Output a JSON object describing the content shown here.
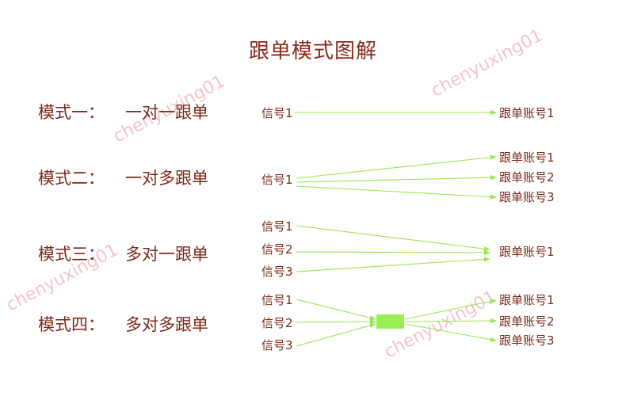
{
  "title": "跟单模式图解",
  "watermark": "chenyuxing01",
  "colors": {
    "arrow": "#99e64d",
    "hub": "#99ee55",
    "text": "#7a2a18"
  },
  "modes": [
    {
      "name": "模式一：",
      "desc": "一对一跟单",
      "signals": [
        "信号1"
      ],
      "accounts": [
        "跟单账号1"
      ]
    },
    {
      "name": "模式二：",
      "desc": "一对多跟单",
      "signals": [
        "信号1"
      ],
      "accounts": [
        "跟单账号1",
        "跟单账号2",
        "跟单账号3"
      ]
    },
    {
      "name": "模式三：",
      "desc": "多对一跟单",
      "signals": [
        "信号1",
        "信号2",
        "信号3"
      ],
      "accounts": [
        "跟单账号1"
      ]
    },
    {
      "name": "模式四：",
      "desc": "多对多跟单",
      "signals": [
        "信号1",
        "信号2",
        "信号3"
      ],
      "accounts": [
        "跟单账号1",
        "跟单账号2",
        "跟单账号3"
      ]
    }
  ]
}
